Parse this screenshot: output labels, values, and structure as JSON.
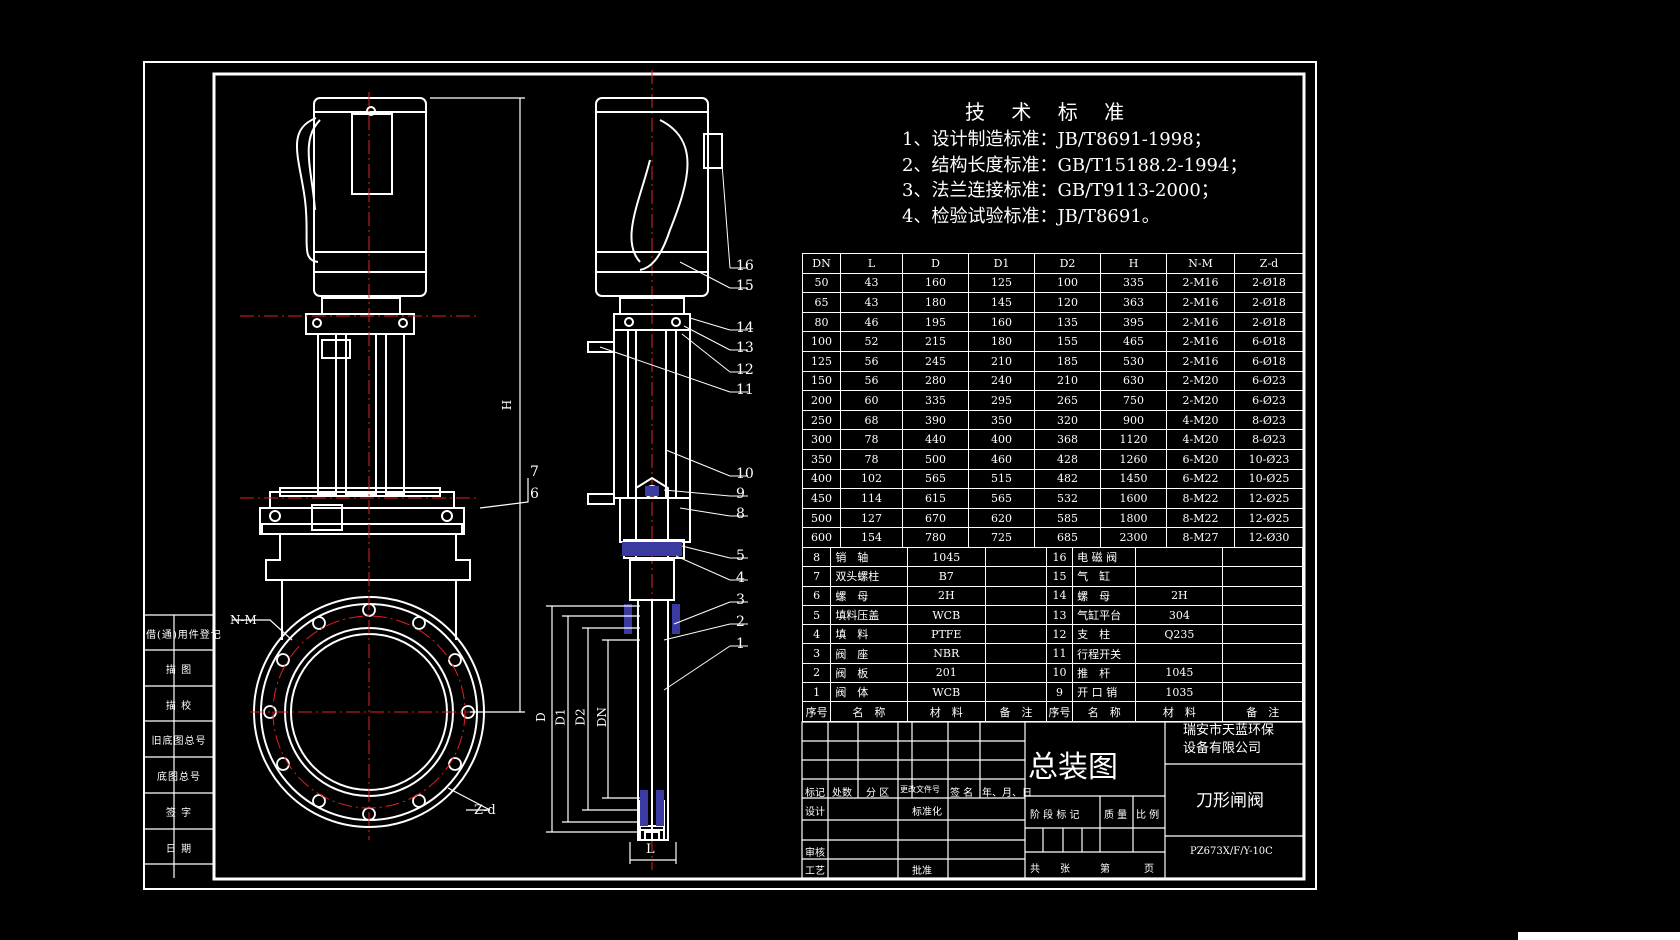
{
  "tech": {
    "title": "技 术 标 准",
    "lines": [
      "1、设计制造标准：JB/T8691-1998；",
      "2、结构长度标准：GB/T15188.2-1994；",
      "3、法兰连接标准：GB/T9113-2000；",
      "4、检验试验标准：JB/T8691。"
    ]
  },
  "dims": {
    "headers": [
      "DN",
      "L",
      "D",
      "D1",
      "D2",
      "H",
      "N-M",
      "Z-d"
    ],
    "rows": [
      [
        "50",
        "43",
        "160",
        "125",
        "100",
        "335",
        "2-M16",
        "2-Ø18"
      ],
      [
        "65",
        "43",
        "180",
        "145",
        "120",
        "363",
        "2-M16",
        "2-Ø18"
      ],
      [
        "80",
        "46",
        "195",
        "160",
        "135",
        "395",
        "2-M16",
        "2-Ø18"
      ],
      [
        "100",
        "52",
        "215",
        "180",
        "155",
        "465",
        "2-M16",
        "6-Ø18"
      ],
      [
        "125",
        "56",
        "245",
        "210",
        "185",
        "530",
        "2-M16",
        "6-Ø18"
      ],
      [
        "150",
        "56",
        "280",
        "240",
        "210",
        "630",
        "2-M20",
        "6-Ø23"
      ],
      [
        "200",
        "60",
        "335",
        "295",
        "265",
        "750",
        "2-M20",
        "6-Ø23"
      ],
      [
        "250",
        "68",
        "390",
        "350",
        "320",
        "900",
        "4-M20",
        "8-Ø23"
      ],
      [
        "300",
        "78",
        "440",
        "400",
        "368",
        "1120",
        "4-M20",
        "8-Ø23"
      ],
      [
        "350",
        "78",
        "500",
        "460",
        "428",
        "1260",
        "6-M20",
        "10-Ø23"
      ],
      [
        "400",
        "102",
        "565",
        "515",
        "482",
        "1450",
        "6-M22",
        "10-Ø25"
      ],
      [
        "450",
        "114",
        "615",
        "565",
        "532",
        "1600",
        "8-M22",
        "12-Ø25"
      ],
      [
        "500",
        "127",
        "670",
        "620",
        "585",
        "1800",
        "8-M22",
        "12-Ø25"
      ],
      [
        "600",
        "154",
        "780",
        "725",
        "685",
        "2300",
        "8-M27",
        "12-Ø30"
      ]
    ]
  },
  "parts": {
    "rows": [
      [
        "8",
        "销　轴",
        "1045",
        "",
        "16",
        "电 磁 阀",
        "",
        ""
      ],
      [
        "7",
        "双头螺柱",
        "B7",
        "",
        "15",
        "气　缸",
        "",
        ""
      ],
      [
        "6",
        "螺　母",
        "2H",
        "",
        "14",
        "螺　母",
        "2H",
        ""
      ],
      [
        "5",
        "填料压盖",
        "WCB",
        "",
        "13",
        "气缸平台",
        "304",
        ""
      ],
      [
        "4",
        "填　料",
        "PTFE",
        "",
        "12",
        "支　柱",
        "Q235",
        ""
      ],
      [
        "3",
        "阀　座",
        "NBR",
        "",
        "11",
        "行程开关",
        "",
        ""
      ],
      [
        "2",
        "阀　板",
        "201",
        "",
        "10",
        "推　杆",
        "1045",
        ""
      ],
      [
        "1",
        "阀　体",
        "WCB",
        "",
        "9",
        "开 口 销",
        "1035",
        ""
      ]
    ],
    "header": [
      "序号",
      "名　称",
      "材　料",
      "备　注",
      "序号",
      "名　称",
      "材　料",
      "备　注"
    ]
  },
  "title_block": {
    "drawing_title": "总装图",
    "company": [
      "瑞安市天蓝环保",
      "设备有限公司"
    ],
    "valve_name": "刀形闸阀",
    "model": "PZ673X/F/Y-10C",
    "row_labels": [
      "标记",
      "处数",
      "分 区",
      "更改文件号",
      "签 名",
      "年、月、日"
    ],
    "design": "设计",
    "standardize": "标准化",
    "review": "审核",
    "process": "工艺",
    "approve": "批准",
    "stage_labels": [
      "阶 段 标 记",
      "质 量",
      "比 例"
    ],
    "sheet": [
      "共",
      "张",
      "第",
      "页"
    ]
  },
  "left_strip": {
    "labels": [
      "借(通)用件登记",
      "描 图",
      "描 校",
      "旧底图总号",
      "底图总号",
      "签 字",
      "日 期"
    ]
  },
  "callouts": {
    "right": [
      "16",
      "15",
      "14",
      "13",
      "12",
      "11",
      "10",
      "9",
      "8",
      "5",
      "4",
      "3",
      "2",
      "1"
    ],
    "left": [
      "7",
      "6"
    ],
    "nm": "N-M",
    "zd": "Z-d",
    "h": "H",
    "d": "D",
    "d1": "D1",
    "d2": "D2",
    "dn": "DN",
    "l": "L"
  }
}
